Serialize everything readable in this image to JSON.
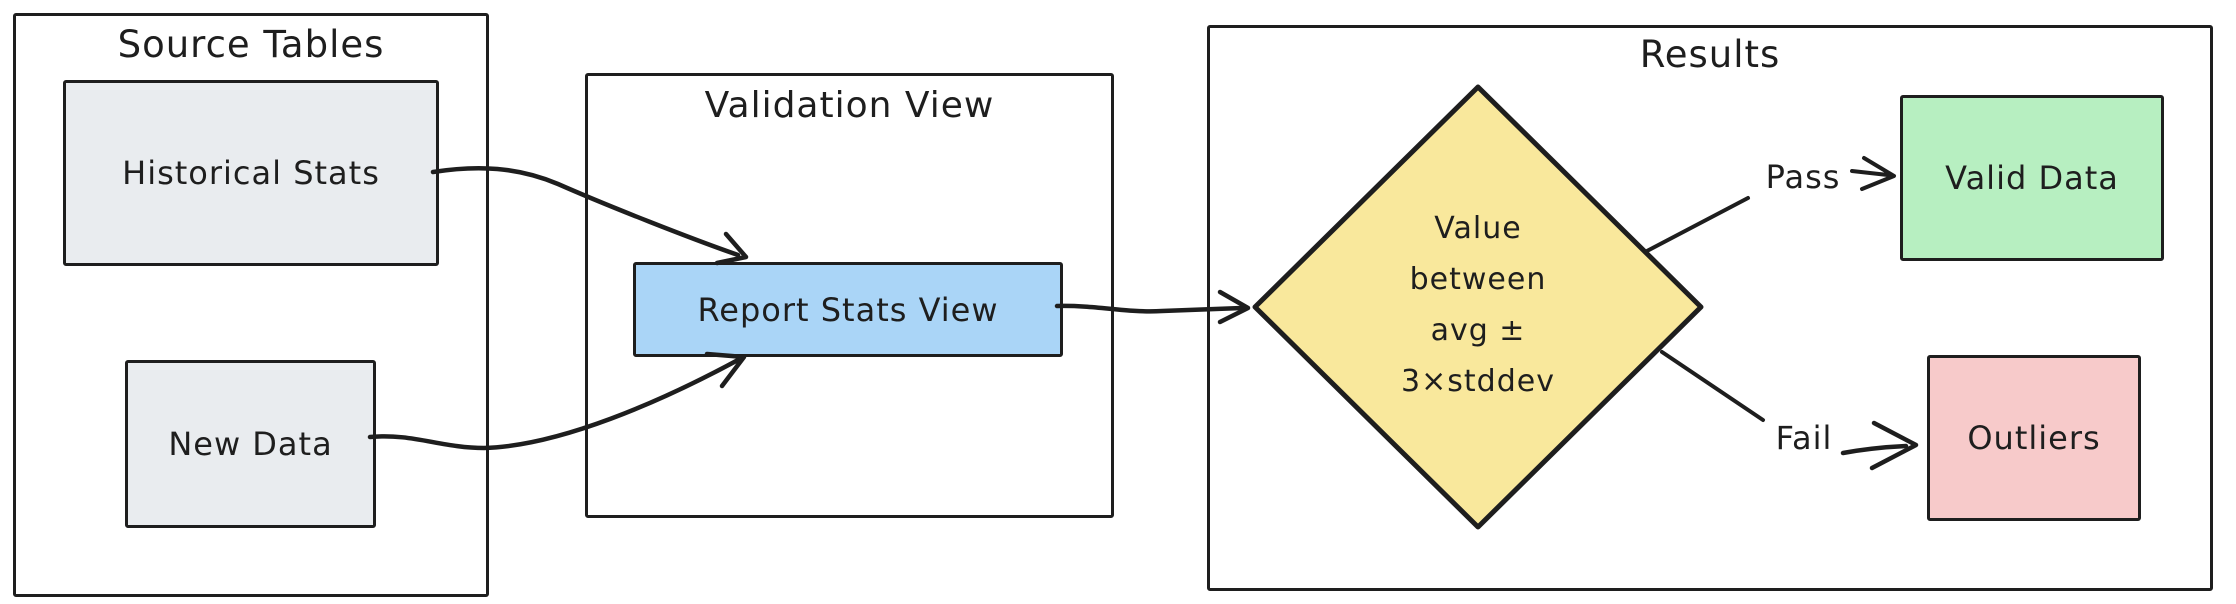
{
  "diagram": {
    "background": "#ffffff",
    "stroke_color": "#1e1e1e",
    "containers": {
      "source_tables": {
        "title": "Source Tables"
      },
      "validation_view": {
        "title": "Validation View"
      },
      "results": {
        "title": "Results"
      }
    },
    "nodes": {
      "historical_stats": {
        "label": "Historical Stats",
        "fill": "#e9ecef"
      },
      "new_data": {
        "label": "New Data",
        "fill": "#e9ecef"
      },
      "report_stats_view": {
        "label": "Report Stats View",
        "fill": "#aad5f7"
      },
      "decision": {
        "lines": [
          "Value",
          "between",
          "avg ±",
          "3×stddev"
        ],
        "fill": "#f9e89c"
      },
      "valid_data": {
        "label": "Valid Data",
        "fill": "#b7efc1"
      },
      "outliers": {
        "label": "Outliers",
        "fill": "#f7caca"
      }
    },
    "edge_labels": {
      "pass": "Pass",
      "fail": "Fail"
    }
  }
}
